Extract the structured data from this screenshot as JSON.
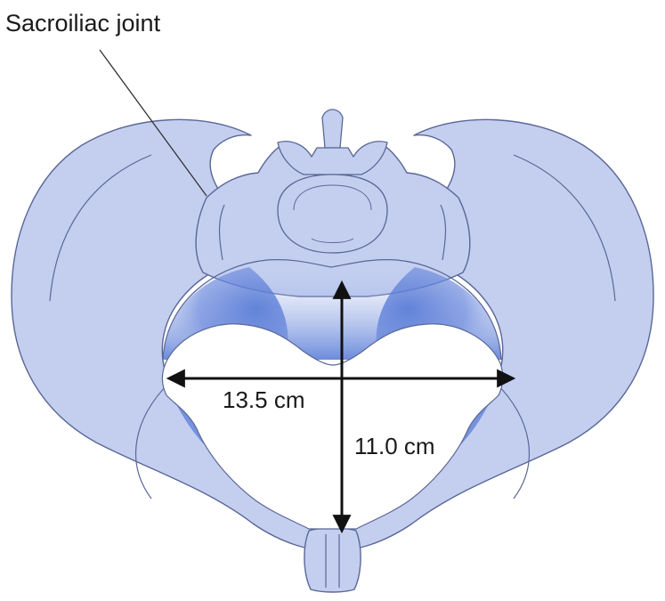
{
  "diagram": {
    "labels": {
      "sacroiliac_joint": "Sacroiliac joint",
      "transverse_diameter": "13.5 cm",
      "anteroposterior_diameter": "11.0 cm"
    },
    "colors": {
      "bone_fill": "#c4cff0",
      "bone_stroke": "#5a6796",
      "inlet_shadow": "#4f74d4",
      "arrow": "#111111",
      "leader_line": "#333333",
      "background": "#ffffff"
    }
  }
}
